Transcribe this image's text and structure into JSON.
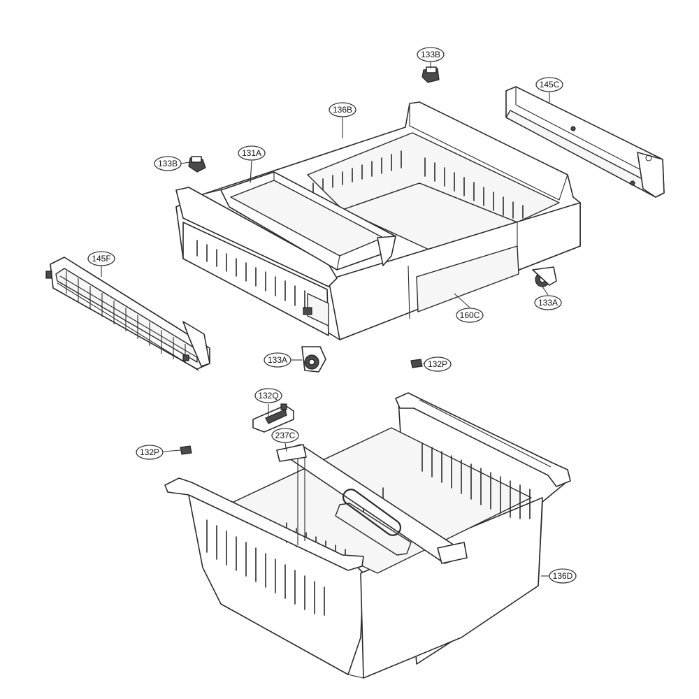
{
  "callouts": {
    "c133b_top": "133B",
    "c145c": "145C",
    "c136b": "136B",
    "c131a": "131A",
    "c133b_left": "133B",
    "c145f": "145F",
    "c133a_right": "133A",
    "c160c": "160C",
    "c133a_left": "133A",
    "c132p_right": "132P",
    "c132q": "132Q",
    "c237c": "237C",
    "c132p_left": "132P",
    "c136d": "136D"
  }
}
